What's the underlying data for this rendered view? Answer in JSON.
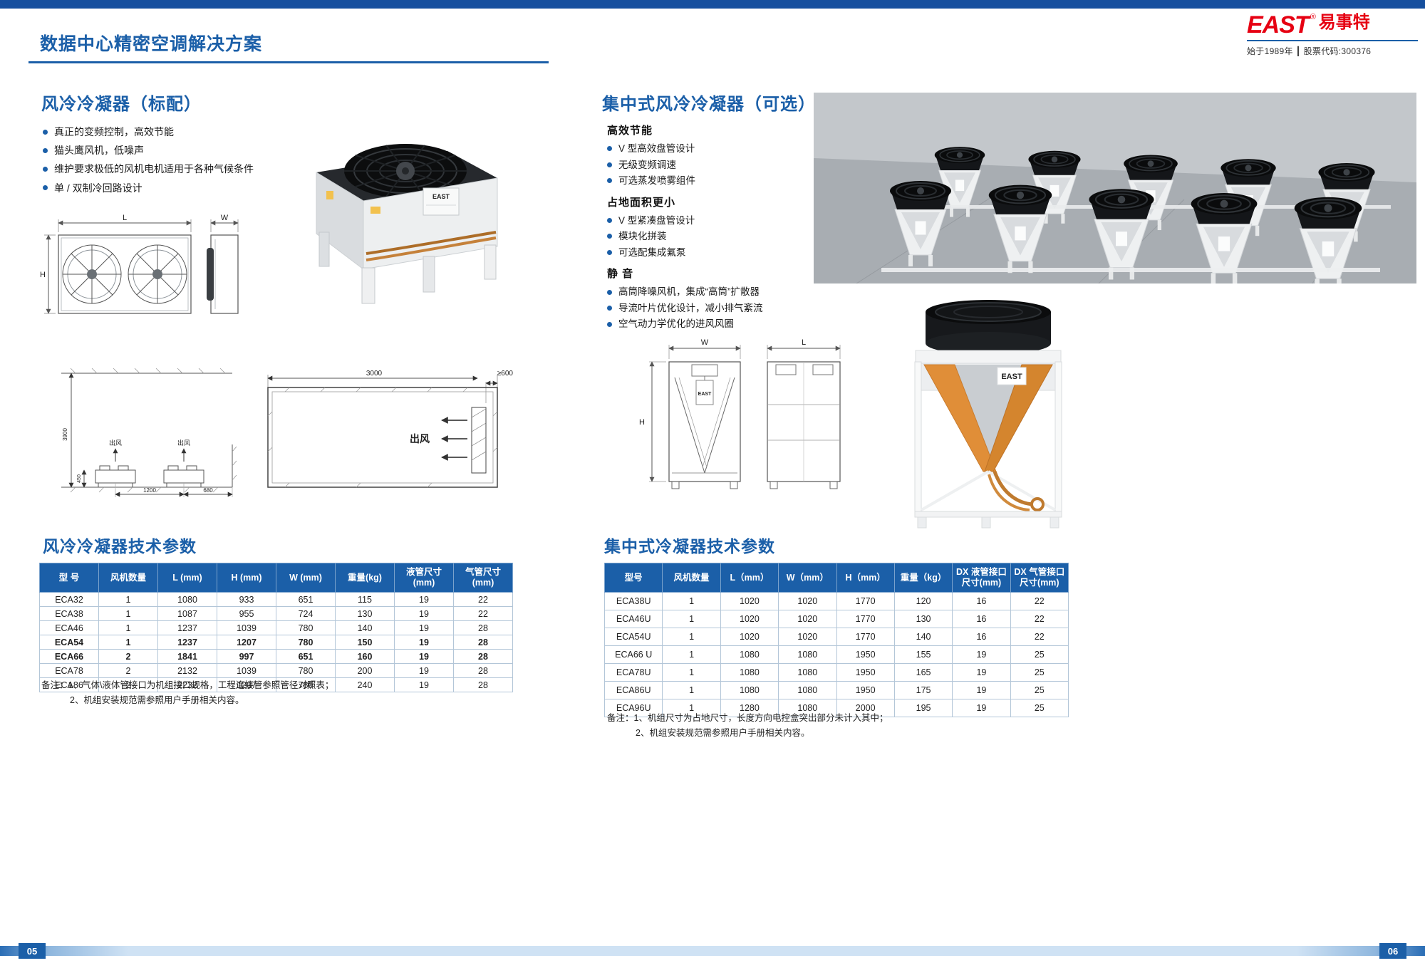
{
  "header": {
    "title": "数据中心精密空调解决方案",
    "logo_text": "EAST",
    "logo_reg": "®",
    "logo_cn": "易事特",
    "tagline": "始于1989年 ┃ 股票代码:300376"
  },
  "footer": {
    "left_page_no": "05",
    "right_page_no": "06"
  },
  "left_page": {
    "section_title": "风冷冷凝器（标配）",
    "features": [
      "真正的变频控制，高效节能",
      "猫头鹰风机，低噪声",
      "维护要求极低的风机电机适用于各种气候条件",
      "单 / 双制冷回路设计"
    ],
    "photo_logo": "EAST",
    "dims": {
      "L": "L",
      "W": "W",
      "H": "H"
    },
    "install": {
      "air_out": "出风",
      "width_room": "3000",
      "min_gap": "≥600",
      "unit_gap": "1200",
      "wall_gap": "680",
      "room_height": "3900",
      "base_height": "450"
    },
    "table_title": "风冷冷凝器技术参数",
    "table": {
      "headers": [
        "型  号",
        "风机数量",
        "L (mm)",
        "H (mm)",
        "W (mm)",
        "重量(kg)",
        "液管尺寸(mm)",
        "气管尺寸(mm)"
      ],
      "rows": [
        [
          "ECA32",
          "1",
          "1080",
          "933",
          "651",
          "115",
          "19",
          "22"
        ],
        [
          "ECA38",
          "1",
          "1087",
          "955",
          "724",
          "130",
          "19",
          "22"
        ],
        [
          "ECA46",
          "1",
          "1237",
          "1039",
          "780",
          "140",
          "19",
          "28"
        ],
        [
          "ECA54",
          "1",
          "1237",
          "1207",
          "780",
          "150",
          "19",
          "28"
        ],
        [
          "ECA66",
          "2",
          "1841",
          "997",
          "651",
          "160",
          "19",
          "28"
        ],
        [
          "ECA78",
          "2",
          "2132",
          "1039",
          "780",
          "200",
          "19",
          "28"
        ],
        [
          "ECA86",
          "2",
          "2232",
          "1207",
          "780",
          "240",
          "19",
          "28"
        ]
      ],
      "bold_rows": [
        3,
        4
      ]
    },
    "notes": [
      "备注：1、气体\\液体管接口为机组接口规格，工程连接管参照管径对照表；",
      "2、机组安装规范需参照用户手册相关内容。"
    ]
  },
  "right_page": {
    "section_title": "集中式风冷冷凝器（可选）",
    "feature_groups": [
      {
        "heading": "高效节能",
        "items": [
          "V 型高效盘管设计",
          "无级变频调速",
          "可选蒸发喷雾组件"
        ]
      },
      {
        "heading": "占地面积更小",
        "items": [
          "V 型紧凑盘管设计",
          "模块化拼装",
          "可选配集成氟泵"
        ]
      },
      {
        "heading": "静 音",
        "items": [
          "高筒降噪风机，集成“高筒”扩散器",
          "导流叶片优化设计，减小排气紊流",
          "空气动力学优化的进风风圈"
        ]
      }
    ],
    "photo_logo": "EAST",
    "dims": {
      "W": "W",
      "L": "L",
      "H": "H"
    },
    "table_title": "集中式冷凝器技术参数",
    "table": {
      "headers": [
        "型号",
        "风机数量",
        "L（mm）",
        "W（mm）",
        "H（mm）",
        "重量（kg）",
        "DX 液管接口尺寸(mm)",
        "DX 气管接口尺寸(mm)"
      ],
      "rows": [
        [
          "ECA38U",
          "1",
          "1020",
          "1020",
          "1770",
          "120",
          "16",
          "22"
        ],
        [
          "ECA46U",
          "1",
          "1020",
          "1020",
          "1770",
          "130",
          "16",
          "22"
        ],
        [
          "ECA54U",
          "1",
          "1020",
          "1020",
          "1770",
          "140",
          "16",
          "22"
        ],
        [
          "ECA66 U",
          "1",
          "1080",
          "1080",
          "1950",
          "155",
          "19",
          "25"
        ],
        [
          "ECA78U",
          "1",
          "1080",
          "1080",
          "1950",
          "165",
          "19",
          "25"
        ],
        [
          "ECA86U",
          "1",
          "1080",
          "1080",
          "1950",
          "175",
          "19",
          "25"
        ],
        [
          "ECA96U",
          "1",
          "1280",
          "1080",
          "2000",
          "195",
          "19",
          "25"
        ]
      ]
    },
    "notes": [
      "备注：1、机组尺寸为占地尺寸，长度方向电控盒突出部分未计入其中；",
      "2、机组安装规范需参照用户手册相关内容。"
    ]
  }
}
